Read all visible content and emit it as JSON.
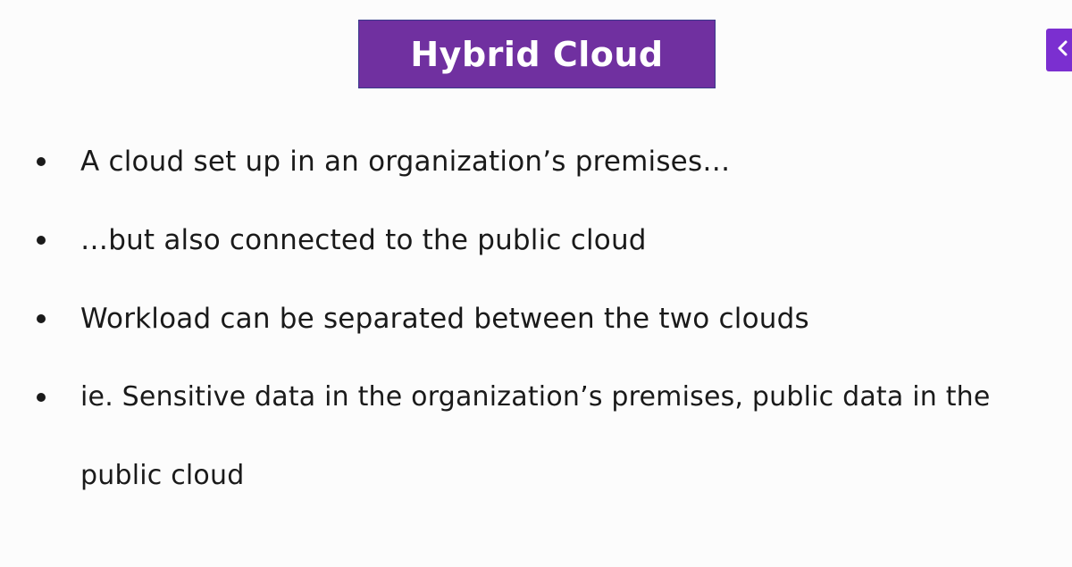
{
  "slide": {
    "title": "Hybrid Cloud",
    "bullets": [
      "A cloud set up in an organization’s premises…",
      "…but also connected to the public cloud",
      "Workload can be separated between the two clouds",
      "ie. Sensitive data in the organization’s premises, public data in the public cloud"
    ]
  },
  "navigation": {
    "side_tab_icon": "chevron-left-icon"
  },
  "colors": {
    "title_background": "#7030a0",
    "title_text": "#ffffff",
    "nav_tab_background": "#7b2fd0",
    "body_text": "#1a1a1a",
    "slide_background": "#fcfcfc"
  }
}
